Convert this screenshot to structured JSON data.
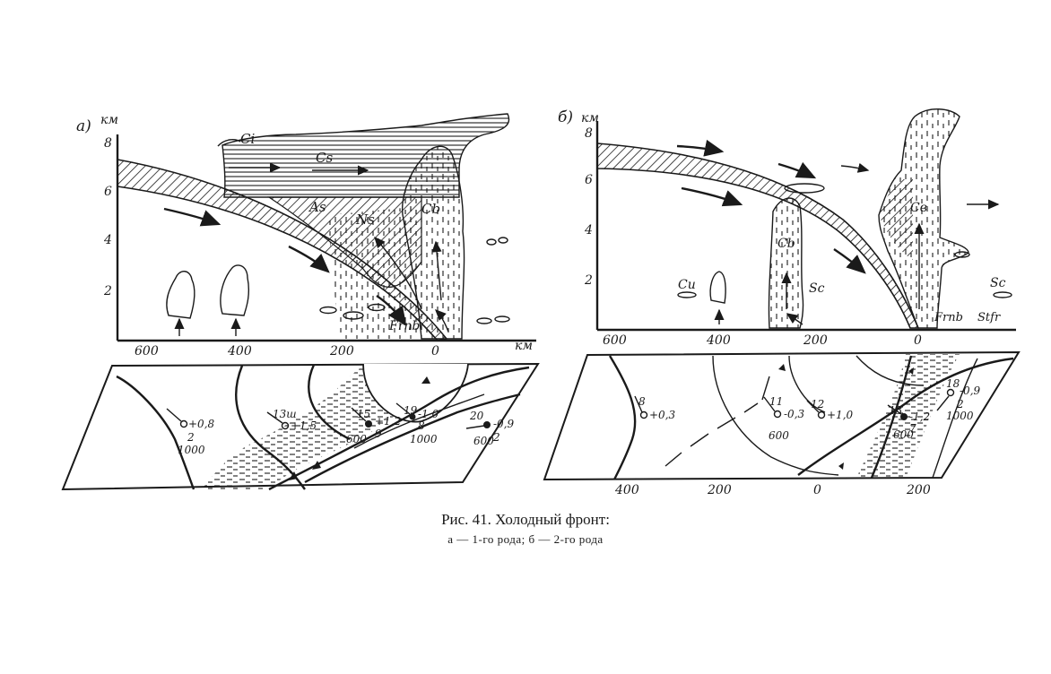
{
  "caption": {
    "title": "Рис. 41. Холодный фронт:",
    "subtitle": "а — 1-го рода; б — 2-го рода"
  },
  "panel_a": {
    "label": "а)",
    "y_unit": "км",
    "x_unit": "км",
    "y_ticks": [
      "8",
      "6",
      "4",
      "2"
    ],
    "x_ticks": [
      "600",
      "400",
      "200",
      "0"
    ],
    "clouds": {
      "ci": "Ci",
      "cs": "Cs",
      "as": "As",
      "ns": "Ns",
      "cb": "Cb",
      "frnb": "Frnb"
    },
    "map_ticks": []
  },
  "panel_b": {
    "label": "б)",
    "y_unit": "км",
    "y_ticks": [
      "8",
      "6",
      "4",
      "2"
    ],
    "x_ticks": [
      "600",
      "400",
      "200",
      "0"
    ],
    "clouds": {
      "cu": "Cu",
      "cb1": "Cb",
      "sc1": "Sc",
      "cb2": "Cв",
      "frnb": "Frnb",
      "stfr": "Stfr",
      "sc2": "Sc"
    },
    "map_ticks": [
      "400",
      "200",
      "0",
      "200"
    ]
  },
  "stations_a": [
    {
      "n": "+0,8",
      "p": "2",
      "b": "1000"
    },
    {
      "n": "13ш",
      "t": "+1,5"
    },
    {
      "n": "15",
      "t": "+1,2",
      "b": "600",
      "c": "9"
    },
    {
      "n": "19",
      "t": "-1,0",
      "p": "8",
      "b": "1000"
    },
    {
      "n": "20",
      "t": "-0,9",
      "b": "600",
      "p": "2"
    }
  ],
  "stations_b": [
    {
      "n": "8",
      "t": "+0,3"
    },
    {
      "n": "11",
      "t": "-0,3",
      "b": "600"
    },
    {
      "n": "12",
      "t": "+1,0"
    },
    {
      "n": "13",
      "t": "-1,2",
      "p": "7",
      "b": "600"
    },
    {
      "n": "18",
      "t": "-0,9",
      "p": "2",
      "b": "1000"
    }
  ],
  "colors": {
    "ink": "#1a1a1a",
    "paper": "#ffffff"
  }
}
